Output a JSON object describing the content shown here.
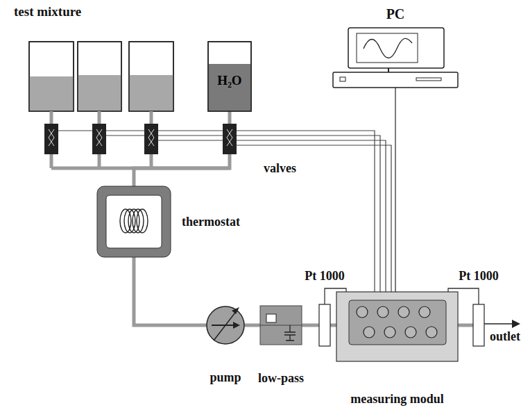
{
  "diagram": {
    "nodes": [
      {
        "text": [
          "H₂O"
        ]
      },
      {
        "text": [
          "thermostat"
        ]
      },
      {
        "text": [
          "pump"
        ]
      },
      {
        "text": [
          "low-pass"
        ]
      },
      {
        "text": [
          "Pt 1000"
        ]
      },
      {
        "text": [
          "measuring modul"
        ]
      },
      {
        "text": [
          "Pt 1000"
        ]
      },
      {
        "text": [
          "PC"
        ]
      }
    ],
    "edges": [
      {
        "from": 0,
        "to": 1,
        "arrow": "none"
      },
      {
        "from": 1,
        "to": 2,
        "arrow": "none"
      },
      {
        "from": 2,
        "to": 3,
        "arrow": "none"
      },
      {
        "from": 3,
        "to": 4,
        "arrow": "none"
      },
      {
        "from": 4,
        "to": 5,
        "arrow": "none"
      },
      {
        "from": 5,
        "to": 6,
        "arrow": "none"
      },
      {
        "from": 4,
        "to": 5,
        "arrow": "none"
      },
      {
        "from": 5,
        "to": 6,
        "arrow": "none"
      },
      {
        "from": 7,
        "to": 5,
        "arrow": "none"
      }
    ],
    "labels": [
      "test mixture",
      "valves",
      "outlet"
    ]
  }
}
